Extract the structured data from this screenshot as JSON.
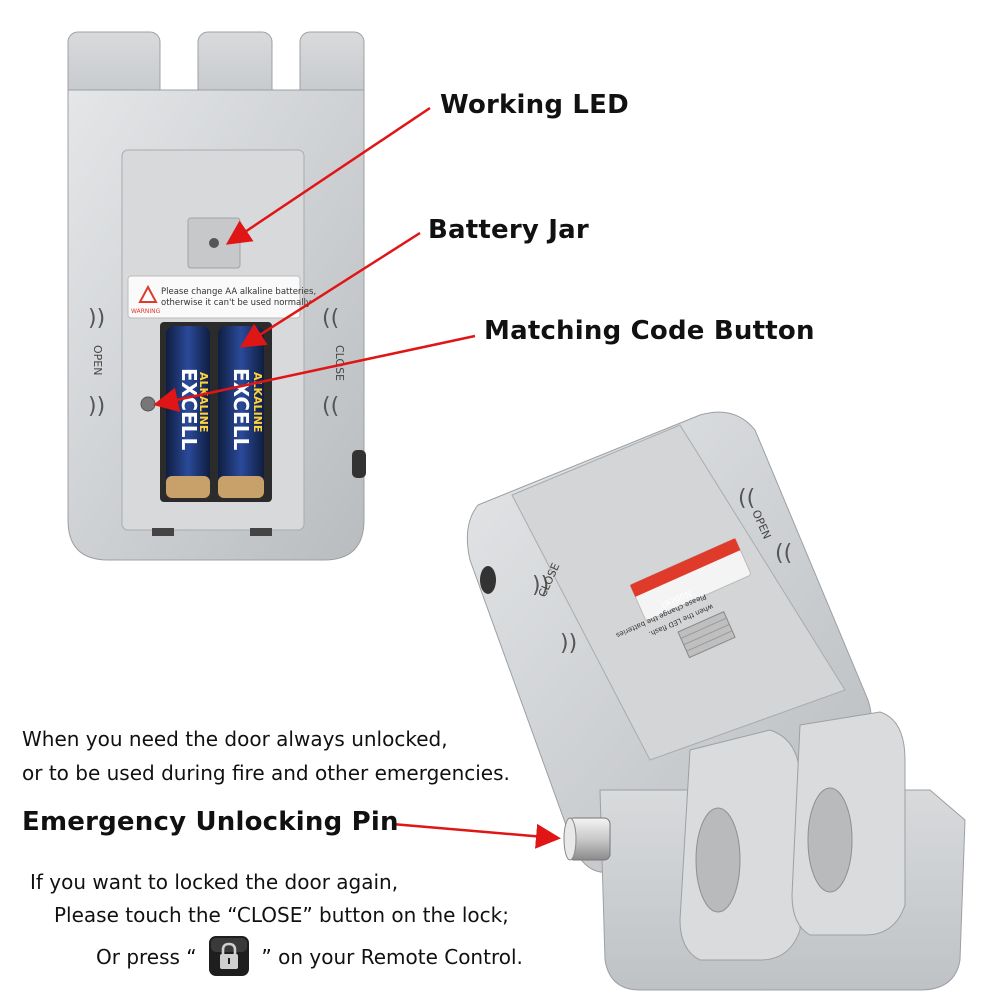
{
  "callouts": {
    "working_led": "Working LED",
    "battery_jar": "Battery Jar",
    "matching_code_button": "Matching Code Button",
    "emergency_pin": "Emergency Unlocking Pin"
  },
  "device_text": {
    "open": "OPEN",
    "close": "CLOSE",
    "warning_line1": "Please change AA alkaline batteries,",
    "warning_line2": "otherwise it can't be used normally",
    "warning_word": "WARNING",
    "battery_brand": "EXCELL",
    "battery_type": "ALKALINE",
    "notice_title": "Notice!",
    "notice_line1": "Please change the batteries",
    "notice_line2": "when the LED flash."
  },
  "instructions": {
    "line1": "When you need the door always unlocked,",
    "line2": "or to be used during fire and other emergencies.",
    "line3": "If you want to locked the door again,",
    "line4": "Please touch the “CLOSE” button on the lock;",
    "line5_prefix": "Or press “",
    "line5_suffix": "” on your Remote Control."
  },
  "icons": {
    "remote_lock": "lock-icon"
  },
  "colors": {
    "arrow": "#e01515",
    "device_silver": "#cfd1d3",
    "notice_red": "#e03a2a"
  }
}
